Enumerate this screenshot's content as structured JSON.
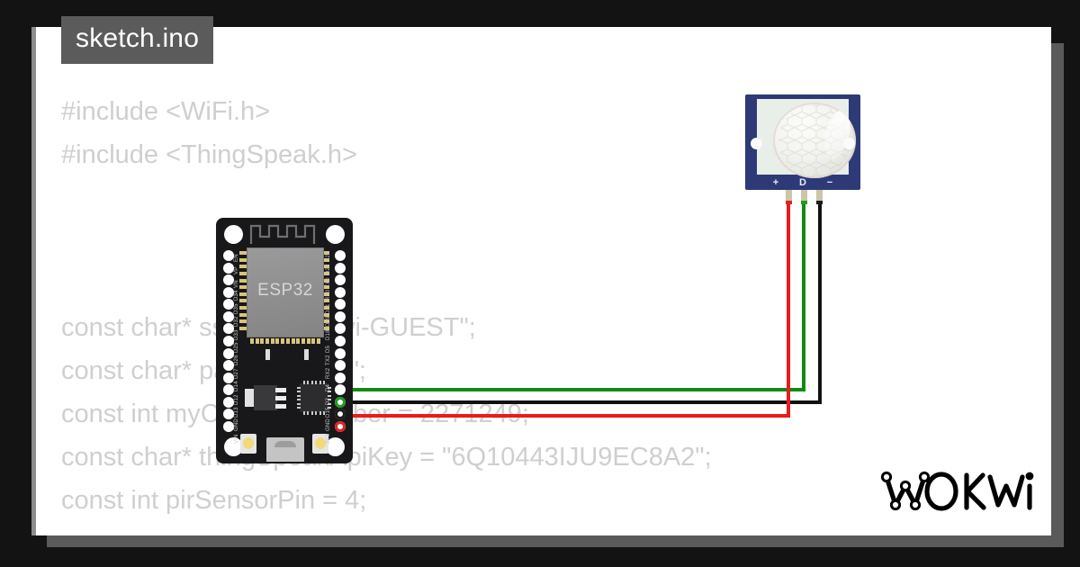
{
  "window": {
    "frame_color": "#131313",
    "card_color": "#ffffff",
    "shadow_color": "#5a5a5a"
  },
  "tab": {
    "label": "sketch.ino",
    "background": "#5b5b5b",
    "text_color": "#ffffff"
  },
  "code": {
    "text_color": "#cfcfcf",
    "lines_top": [
      "#include <WiFi.h>",
      "#include <ThingSpeak.h>"
    ],
    "lines_bottom": [
      "const char* ssid = \"Wokwi-GUEST\";",
      "const char* password = \"\";",
      "const int myChannelNumber = 2271249;",
      "const char* thingSpeakApiKey = \"6Q10443IJU9EC8A2\";",
      "const int pirSensorPin = 4;"
    ]
  },
  "logo": {
    "text": "WOKWI",
    "color": "#000000"
  },
  "esp32": {
    "silk_label": "ESP32",
    "pcb_color": "#18181a",
    "shield_color": "#8e8e8e",
    "pins_left": [
      "EN",
      "VP",
      "VN",
      "D34",
      "D35",
      "D32",
      "D33",
      "D25",
      "D26",
      "D27",
      "D14",
      "D12",
      "D13",
      "GND",
      "VIN"
    ],
    "pins_right": [
      "D23",
      "D22",
      "TX0",
      "RX0",
      "D21",
      "D19",
      "D18",
      "D5",
      "TX2",
      "RX2",
      "D4",
      "D2",
      "D15",
      "GND",
      "3V3"
    ]
  },
  "pir_sensor": {
    "pcb_color": "#2d3a77",
    "dome_color": "#f2f2ee",
    "pins": [
      {
        "label": "+",
        "tip_color": "#e02222"
      },
      {
        "label": "D",
        "tip_color": "#1f9c1f"
      },
      {
        "label": "−",
        "tip_color": "#1b1b1b"
      }
    ]
  },
  "wires": [
    {
      "name": "signal-wire",
      "from": "PIR D",
      "to": "ESP32 D15",
      "color": "#128a12"
    },
    {
      "name": "ground-wire",
      "from": "PIR −",
      "to": "ESP32 GND",
      "color": "#111111"
    },
    {
      "name": "power-wire",
      "from": "PIR +",
      "to": "ESP32 3V3",
      "color": "#e81c1c"
    }
  ]
}
